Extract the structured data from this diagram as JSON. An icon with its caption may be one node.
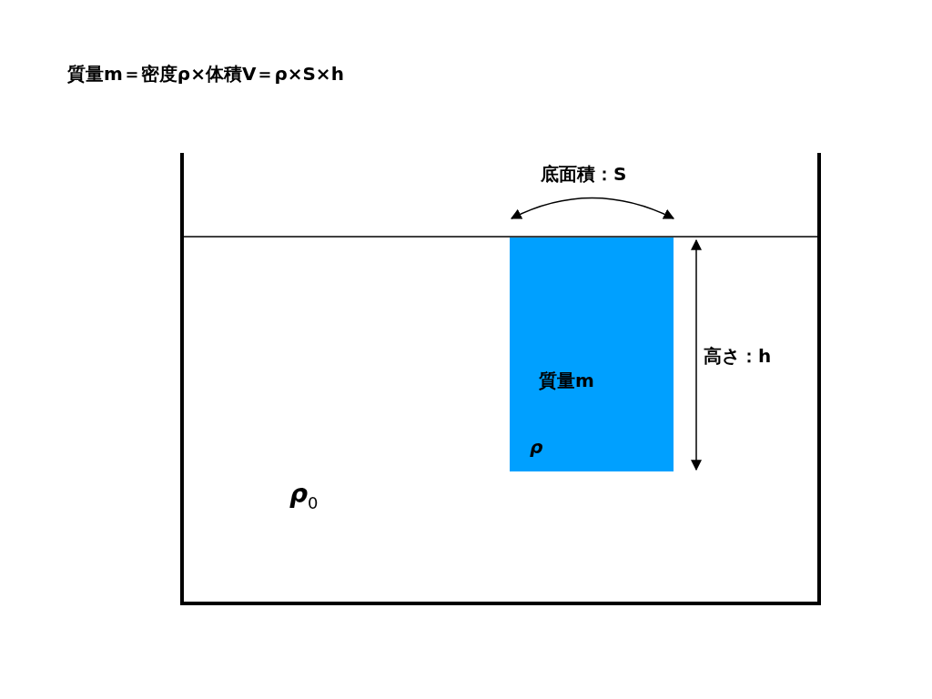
{
  "diagram": {
    "title": "質量m＝密度ρ×体積V＝ρ×S×h",
    "nodes": [
      {
        "text": [
          "ρ$_{0}$"
        ]
      },
      {
        "text": [
          "質量m",
          "ρ"
        ],
        "in": 0
      }
    ],
    "edges": [],
    "labels": [
      "底面積：S",
      "高さ：h"
    ]
  }
}
